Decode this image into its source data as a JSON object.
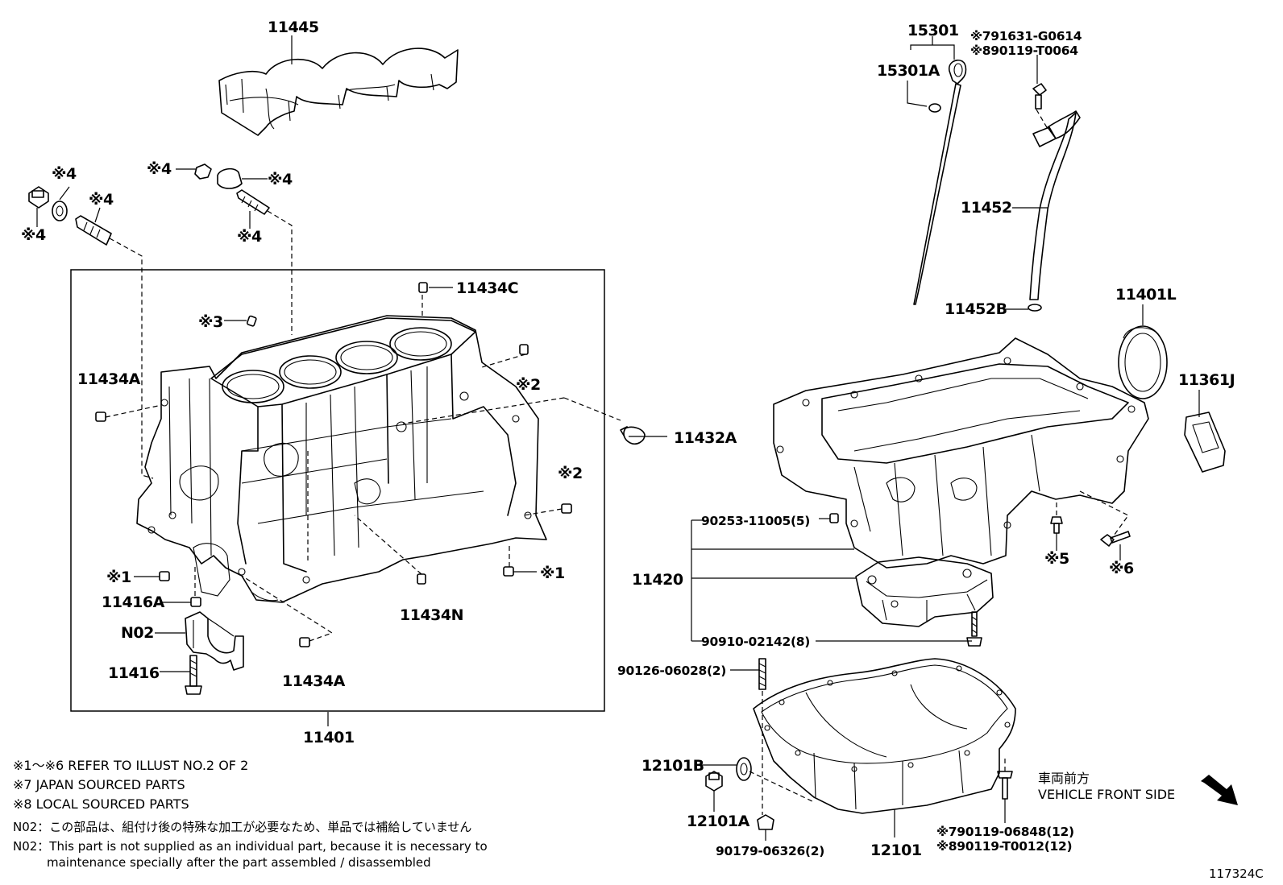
{
  "parts": {
    "p11445": "11445",
    "p15301": "15301",
    "p15301A": "15301A",
    "p791631": "※791631-G0614",
    "p890119t0064": "※890119-T0064",
    "p11452": "11452",
    "p11452B": "11452B",
    "p11401L": "11401L",
    "p11361J": "11361J",
    "p11434C": "11434C",
    "p11434A_top": "11434A",
    "p11432A": "11432A",
    "p11416A": "11416A",
    "pN02": "N02",
    "p11416": "11416",
    "p11434A_bot": "11434A",
    "p11434N": "11434N",
    "p11401": "11401",
    "p90253": "90253-11005(5)",
    "p11420": "11420",
    "p90910": "90910-02142(8)",
    "p90126": "90126-06028(2)",
    "p12101B": "12101B",
    "p12101A": "12101A",
    "p90179": "90179-06326(2)",
    "p12101": "12101",
    "p790119": "※790119-06848(12)",
    "p890119t0012": "※890119-T0012(12)"
  },
  "marks": {
    "m4_a": "※4",
    "m4_b": "※4",
    "m4_c": "※4",
    "m4_d": "※4",
    "m4_e": "※4",
    "m4_f": "※4",
    "m3": "※3",
    "m2_a": "※2",
    "m2_b": "※2",
    "m1_a": "※1",
    "m1_b": "※1",
    "m5": "※5",
    "m6": "※6"
  },
  "notes": {
    "refer": "※1～※6 REFER TO ILLUST NO.2 OF 2",
    "japan": "※7 JAPAN SOURCED PARTS",
    "local": "※8 LOCAL SOURCED PARTS",
    "n02_jp": "N02：この部品は、組付け後の特殊な加工が必要なため、単品では補給していません",
    "n02_en1": "N02：This part is not supplied as an individual part, because it is necessary to",
    "n02_en2": "maintenance specially after the part assembled / disassembled"
  },
  "direction": {
    "jp": "車両前方",
    "en": "VEHICLE FRONT SIDE"
  },
  "illust_id": "117324C"
}
